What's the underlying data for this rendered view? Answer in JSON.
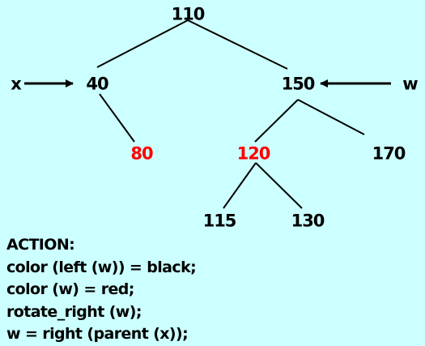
{
  "colors": {
    "background": "#ccffff",
    "black_node": "#000000",
    "red_node": "#ff0000",
    "edge": "#000000"
  },
  "tree": {
    "nodes": [
      {
        "id": "n110",
        "label": "110",
        "color": "black"
      },
      {
        "id": "n40",
        "label": "40",
        "color": "black"
      },
      {
        "id": "n150",
        "label": "150",
        "color": "black"
      },
      {
        "id": "n80",
        "label": "80",
        "color": "red"
      },
      {
        "id": "n120",
        "label": "120",
        "color": "red"
      },
      {
        "id": "n170",
        "label": "170",
        "color": "black"
      },
      {
        "id": "n115",
        "label": "115",
        "color": "black"
      },
      {
        "id": "n130",
        "label": "130",
        "color": "black"
      }
    ],
    "edges": [
      [
        "n110",
        "n40"
      ],
      [
        "n110",
        "n150"
      ],
      [
        "n40",
        "n80"
      ],
      [
        "n150",
        "n120"
      ],
      [
        "n150",
        "n170"
      ],
      [
        "n120",
        "n115"
      ],
      [
        "n120",
        "n130"
      ]
    ]
  },
  "pointers": [
    {
      "label": "x",
      "target": "n40",
      "side": "left"
    },
    {
      "label": "w",
      "target": "n150",
      "side": "right"
    }
  ],
  "action": {
    "heading": "ACTION:",
    "lines": [
      "color (left (w)) = black;",
      "color (w) = red;",
      "rotate_right (w);",
      "w = right (parent (x));"
    ]
  }
}
